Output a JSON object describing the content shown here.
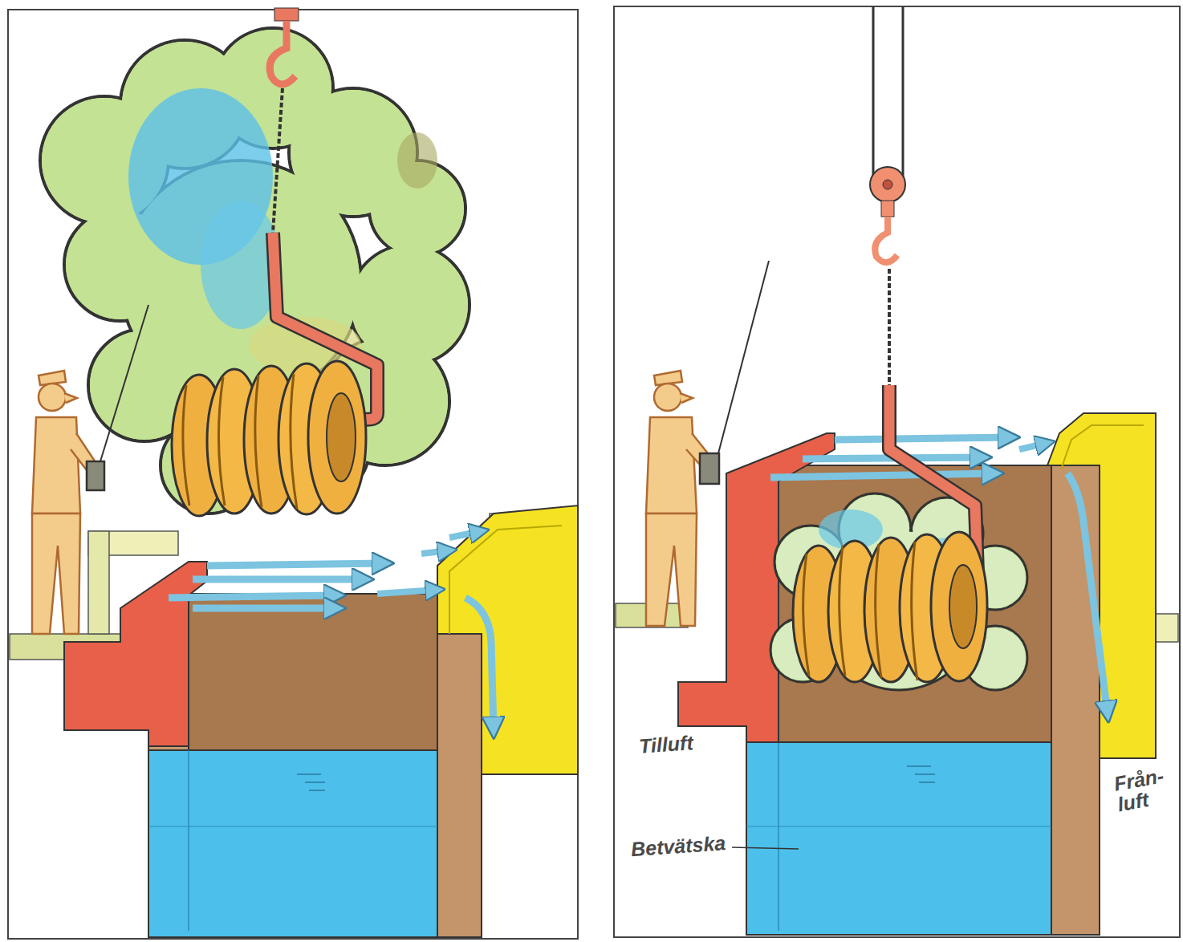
{
  "diagram": {
    "labels": [
      "Tilluft",
      "Betvätska",
      "Från- luft"
    ]
  }
}
